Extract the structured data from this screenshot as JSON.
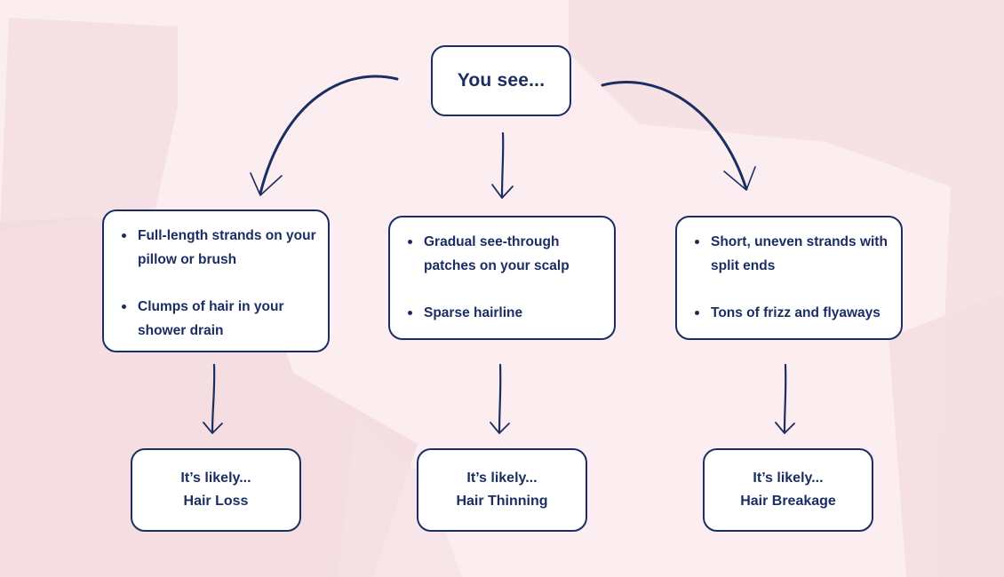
{
  "colors": {
    "background": "#fcedf0",
    "brush": "#f3dde2",
    "navy": "#1b2e63",
    "box_fill": "#ffffff"
  },
  "root": {
    "label": "You see..."
  },
  "branches": [
    {
      "symptoms": [
        "Full-length strands on your pillow or brush",
        "Clumps of hair in your shower drain"
      ],
      "result_prefix": "It’s likely...",
      "result": "Hair Loss"
    },
    {
      "symptoms": [
        "Gradual see-through patches on your scalp",
        "Sparse hairline"
      ],
      "result_prefix": "It’s likely...",
      "result": "Hair Thinning"
    },
    {
      "symptoms": [
        "Short, uneven strands with split ends",
        "Tons of frizz and flyaways"
      ],
      "result_prefix": "It’s likely...",
      "result": "Hair Breakage"
    }
  ]
}
